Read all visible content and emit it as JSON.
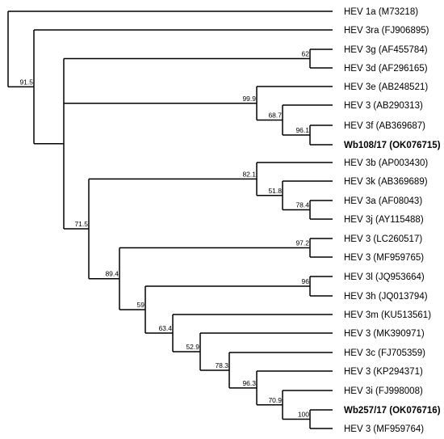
{
  "leaves": [
    {
      "id": "L1",
      "label": "HEV 1a (M73218)",
      "bold": false
    },
    {
      "id": "L2",
      "label": "HEV 3ra (FJ906895)",
      "bold": false
    },
    {
      "id": "L3",
      "label": "HEV 3g (AF455784)",
      "bold": false
    },
    {
      "id": "L4",
      "label": "HEV 3d (AF296165)",
      "bold": false
    },
    {
      "id": "L5",
      "label": "HEV 3e (AB248521)",
      "bold": false
    },
    {
      "id": "L6",
      "label": "HEV 3 (AB290313)",
      "bold": false
    },
    {
      "id": "L7",
      "label": "HEV 3f (AB369687)",
      "bold": false
    },
    {
      "id": "L8",
      "label": "Wb108/17 (OK076715)",
      "bold": true
    },
    {
      "id": "L9",
      "label": "HEV 3b (AP003430)",
      "bold": false
    },
    {
      "id": "L10",
      "label": "HEV 3k (AB369689)",
      "bold": false
    },
    {
      "id": "L11",
      "label": "HEV 3a (AF08043)",
      "bold": false
    },
    {
      "id": "L12",
      "label": "HEV 3j (AY115488)",
      "bold": false
    },
    {
      "id": "L13",
      "label": "HEV 3 (LC260517)",
      "bold": false
    },
    {
      "id": "L14",
      "label": "HEV 3 (MF959765)",
      "bold": false
    },
    {
      "id": "L15",
      "label": "HEV 3l (JQ953664)",
      "bold": false
    },
    {
      "id": "L16",
      "label": "HEV 3h (JQ013794)",
      "bold": false
    },
    {
      "id": "L17",
      "label": "HEV 3m (KU513561)",
      "bold": false
    },
    {
      "id": "L18",
      "label": "HEV 3 (MK390971)",
      "bold": false
    },
    {
      "id": "L19",
      "label": "HEV 3c (FJ705359)",
      "bold": false
    },
    {
      "id": "L20",
      "label": "HEV 3 (KP294371)",
      "bold": false
    },
    {
      "id": "L21",
      "label": "HEV 3i (FJ998008)",
      "bold": false
    },
    {
      "id": "L22",
      "label": "Wb257/17 (OK076716)",
      "bold": true
    },
    {
      "id": "L23",
      "label": "HEV 3 (MF959764)",
      "bold": false
    }
  ],
  "support_values": {
    "n_3g_3d": "62",
    "n_3e_group": "99.9",
    "n_3_3f_wb108": "68.7",
    "n_3f_wb108": "96.1",
    "n_3b_group": "82.1",
    "n_3k_group": "51.8",
    "n_3a_3j": "78.4",
    "n_big": "71.5",
    "n_top": "91.5",
    "n_lc_mf": "97.2",
    "n_subB": "89.4",
    "n_3l_3h": "96",
    "n_subC": "59",
    "n_subD": "63.4",
    "n_subE": "52.9",
    "n_subF": "78.3",
    "n_subG": "96.3",
    "n_subH": "70.9",
    "n_wb257_mf": "100"
  }
}
